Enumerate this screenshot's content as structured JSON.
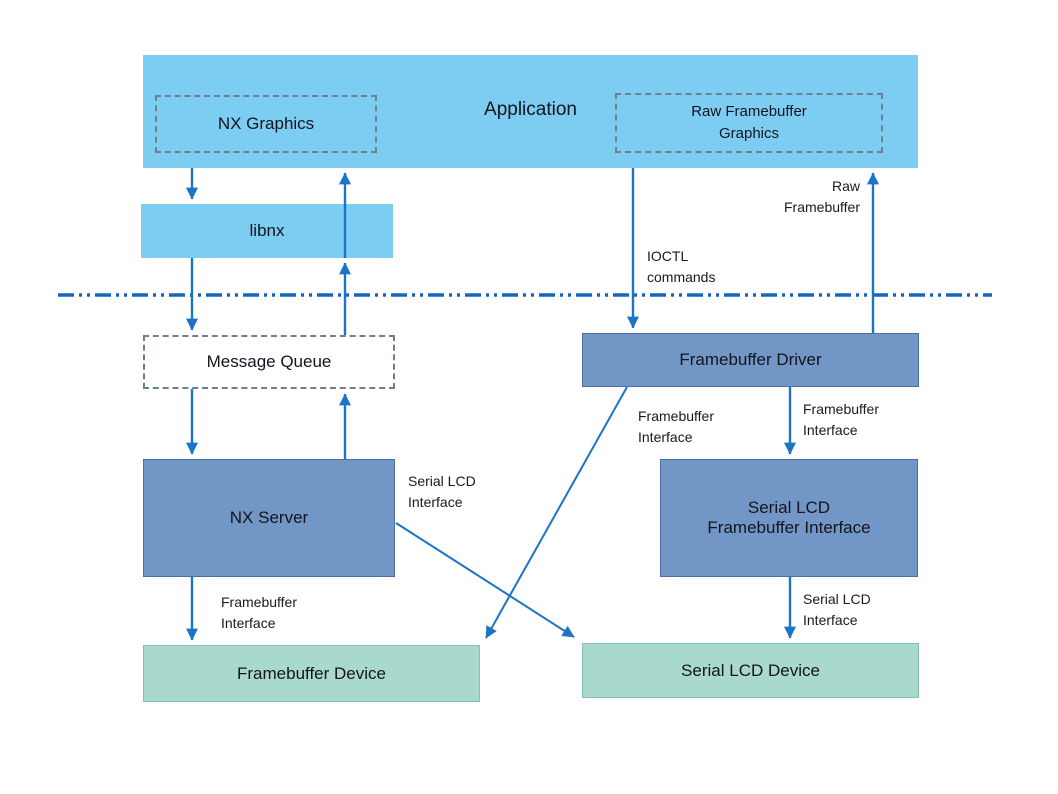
{
  "nodes": {
    "application": "Application",
    "nx_graphics": "NX Graphics",
    "raw_framebuffer_graphics": "Raw Framebuffer\nGraphics",
    "libnx": "libnx",
    "message_queue": "Message Queue",
    "nx_server": "NX Server",
    "framebuffer_driver": "Framebuffer Driver",
    "serial_lcd_framebuffer_interface": "Serial LCD\nFramebuffer Interface",
    "framebuffer_device": "Framebuffer Device",
    "serial_lcd_device": "Serial LCD Device"
  },
  "edges": {
    "raw_framebuffer": "Raw\nFramebuffer",
    "ioctl_commands": "IOCTL\ncommands",
    "framebuffer_interface_driver_left": "Framebuffer\nInterface",
    "framebuffer_interface_driver_right": "Framebuffer\nInterface",
    "serial_lcd_interface_nx_server": "Serial LCD\nInterface",
    "framebuffer_interface_nx_server": "Framebuffer\nInterface",
    "serial_lcd_interface_right": "Serial LCD\nInterface"
  },
  "colors": {
    "light_blue": "#7DCDF3",
    "medium_blue": "#7296C6",
    "teal": "#A9D8CC",
    "arrow_blue": "#1B74C5",
    "divider_blue": "#1565C0"
  }
}
